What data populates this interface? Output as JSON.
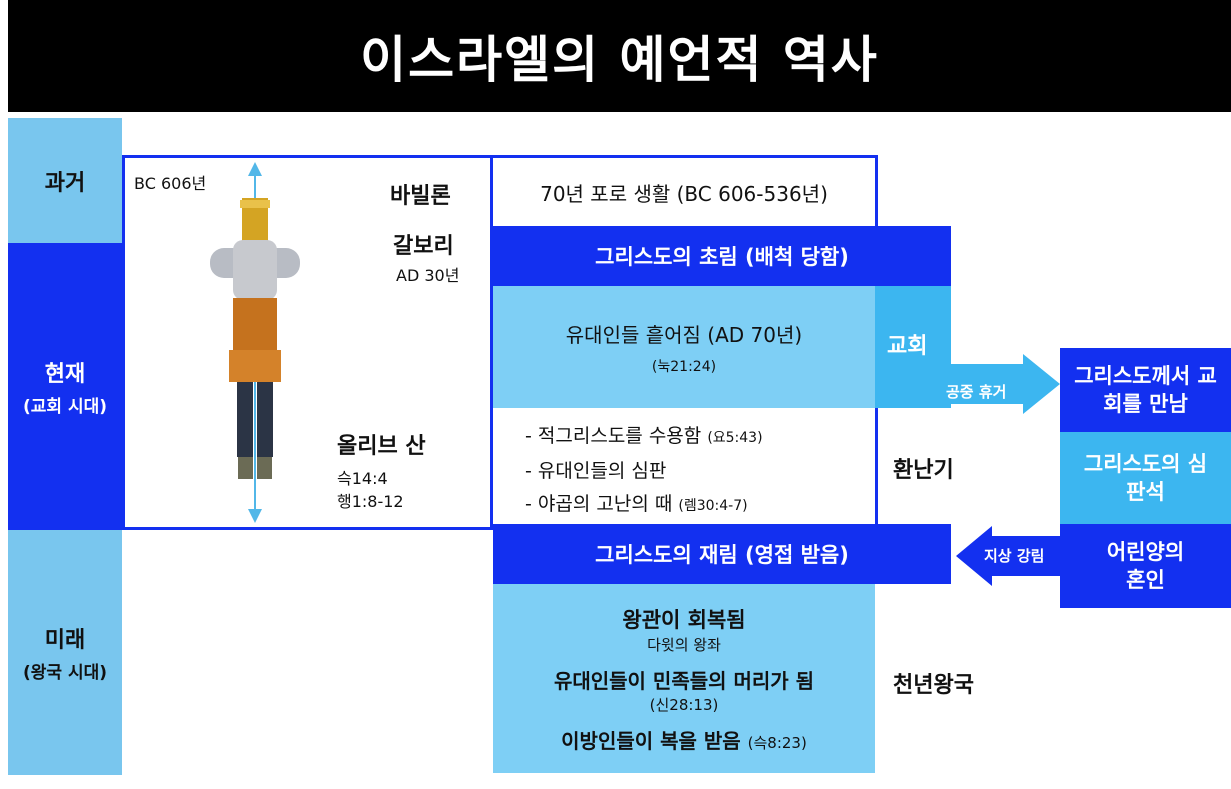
{
  "title": "이스라엘의 예언적 역사",
  "eras": {
    "past": {
      "label": "과거"
    },
    "present": {
      "label": "현재",
      "sub": "(교회 시대)"
    },
    "future": {
      "label": "미래",
      "sub": "(왕국 시대)"
    }
  },
  "timeline": {
    "start": "BC 606년",
    "babylon": "바빌론",
    "calvary": "갈보리",
    "calvary_date": "AD 30년",
    "olivet": "올리브 산",
    "olivet_ref1": "슥14:4",
    "olivet_ref2": "행1:8-12"
  },
  "blocks": {
    "captivity": "70년 포로 생활 (BC 606-536년)",
    "first_coming": "그리스도의 초림 (배척 당함)",
    "dispersion": "유대인들 흩어짐 (AD 70년)",
    "dispersion_ref": "(눅21:24)",
    "church": "교회",
    "rapture": "공중 휴거",
    "christ_meets": "그리스도께서 교회를 만남",
    "judgment_seat": "그리스도의 심판석",
    "marriage": "어린양의 혼인",
    "tribulation_items": [
      {
        "text": "- 적그리스도를 수용함",
        "ref": "(요5:43)"
      },
      {
        "text": "- 유대인들의 심판",
        "ref": ""
      },
      {
        "text": "- 야곱의 고난의 때",
        "ref": "(렘30:4-7)"
      }
    ],
    "tribulation": "환난기",
    "second_coming": "그리스도의 재림 (영접 받음)",
    "earthly_return": "지상 강림",
    "crown": "왕관이 회복됨",
    "crown_sub": "다윗의 왕좌",
    "head": "유대인들이 민족들의 머리가 됨",
    "head_ref": "(신28:13)",
    "blessing": "이방인들이 복을 받음",
    "blessing_ref": "(슥8:23)",
    "millennium": "천년왕국"
  },
  "colors": {
    "dark_blue": "#1330f0",
    "light_blue": "#7ecff5",
    "mid_blue": "#3cb6f0",
    "title_bg": "#000000"
  }
}
